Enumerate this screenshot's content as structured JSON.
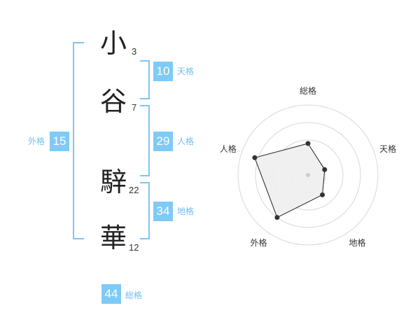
{
  "characters": [
    {
      "char": "小",
      "strokes": "3"
    },
    {
      "char": "谷",
      "strokes": "7"
    },
    {
      "char": "騂",
      "strokes": "22"
    },
    {
      "char": "華",
      "strokes": "12"
    }
  ],
  "fortunes": {
    "tenkaku": {
      "value": "10",
      "label": "天格"
    },
    "jinkaku": {
      "value": "29",
      "label": "人格"
    },
    "chikaku": {
      "value": "34",
      "label": "地格"
    },
    "gaikaku": {
      "value": "15",
      "label": "外格"
    },
    "soukaku": {
      "value": "44",
      "label": "総格"
    }
  },
  "colors": {
    "accent": "#7fcaf6",
    "bracket": "#7cc7f2",
    "radar_fill": "#eeeeee"
  },
  "chart_data": {
    "type": "radar",
    "axes": [
      "総格",
      "天格",
      "地格",
      "外格",
      "人格"
    ],
    "values": [
      0.45,
      0.25,
      0.35,
      0.75,
      0.8
    ],
    "range": [
      0,
      1
    ],
    "rings": 4
  }
}
